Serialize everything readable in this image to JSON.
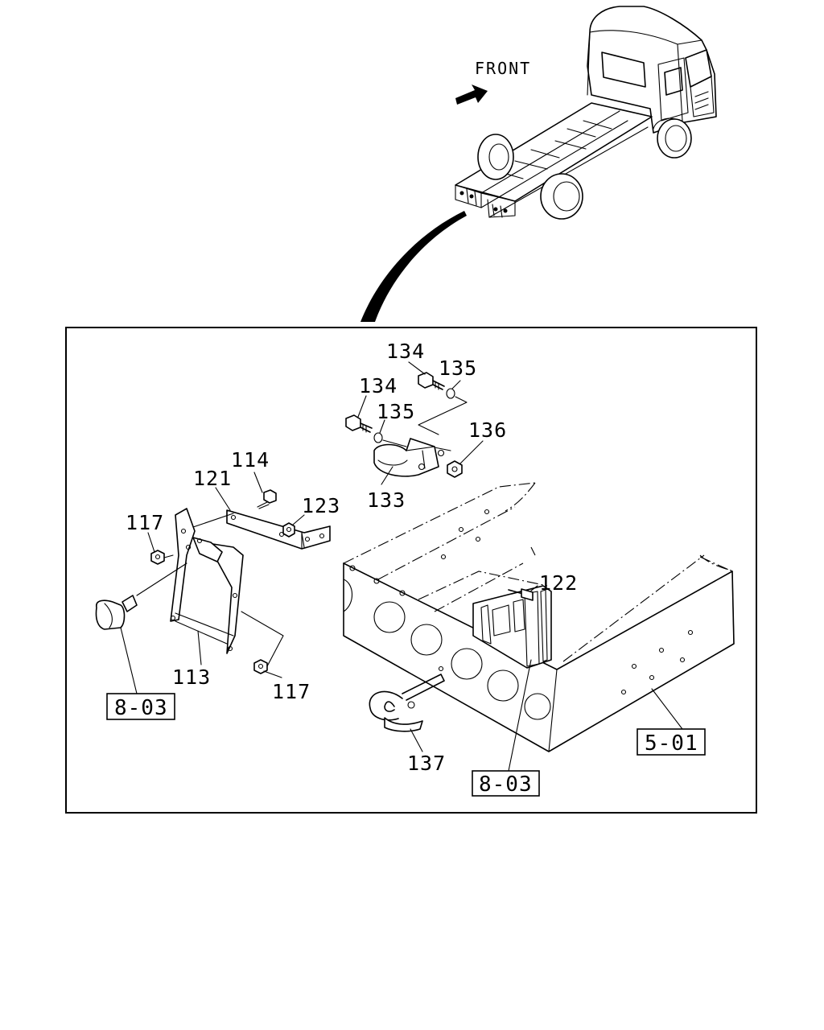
{
  "diagram": {
    "direction_label": "FRONT",
    "part_callouts": [
      {
        "id": "p134a",
        "label": "134"
      },
      {
        "id": "p135a",
        "label": "135"
      },
      {
        "id": "p134b",
        "label": "134"
      },
      {
        "id": "p135b",
        "label": "135"
      },
      {
        "id": "p136",
        "label": "136"
      },
      {
        "id": "p133",
        "label": "133"
      },
      {
        "id": "p114",
        "label": "114"
      },
      {
        "id": "p121",
        "label": "121"
      },
      {
        "id": "p123",
        "label": "123"
      },
      {
        "id": "p117a",
        "label": "117"
      },
      {
        "id": "p122",
        "label": "122"
      },
      {
        "id": "p113",
        "label": "113"
      },
      {
        "id": "p117b",
        "label": "117"
      },
      {
        "id": "p137",
        "label": "137"
      }
    ],
    "section_refs": [
      {
        "id": "r803a",
        "label": "8-03"
      },
      {
        "id": "r803b",
        "label": "8-03"
      },
      {
        "id": "r501",
        "label": "5-01"
      }
    ]
  }
}
